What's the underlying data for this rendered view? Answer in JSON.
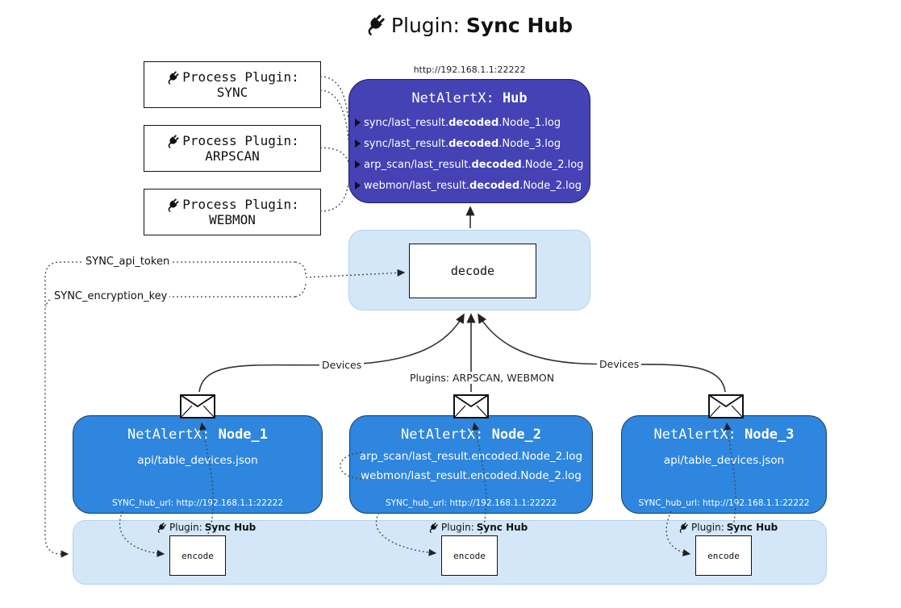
{
  "title": {
    "plugin": "Plugin:",
    "name": "Sync Hub"
  },
  "process_plugins": [
    {
      "label": "Process Plugin:",
      "name": "SYNC"
    },
    {
      "label": "Process Plugin:",
      "name": "ARPSCAN"
    },
    {
      "label": "Process Plugin:",
      "name": "WEBMON"
    }
  ],
  "hub": {
    "url": "http://192.168.1.1:22222",
    "name": "NetAlertX:",
    "name_bold": "Hub",
    "logs": [
      {
        "pre": "sync/last_result.",
        "bold": "decoded",
        "post": ".Node_1.log"
      },
      {
        "pre": "sync/last_result.",
        "bold": "decoded",
        "post": ".Node_3.log"
      },
      {
        "pre": "arp_scan/last_result.",
        "bold": "decoded",
        "post": ".Node_2.log"
      },
      {
        "pre": "webmon/last_result.",
        "bold": "decoded",
        "post": ".Node_2.log"
      }
    ]
  },
  "decode": {
    "label": "decode"
  },
  "secrets": {
    "api_token": "SYNC_api_token",
    "encryption_key": "SYNC_encryption_key"
  },
  "edges": {
    "devices_left": "Devices",
    "plugins_center": "Plugins: ARPSCAN, WEBMON",
    "devices_right": "Devices"
  },
  "nodes": [
    {
      "name": "NetAlertX:",
      "name_bold": "Node_1",
      "lines": [
        "api/table_devices.json"
      ],
      "footer": "SYNC_hub_url: http://192.168.1.1:22222"
    },
    {
      "name": "NetAlertX:",
      "name_bold": "Node_2",
      "lines": [
        "arp_scan/last_result.encoded.Node_2.log",
        "webmon/last_result.encoded.Node_2.log"
      ],
      "footer": "SYNC_hub_url: http://192.168.1.1:22222"
    },
    {
      "name": "NetAlertX:",
      "name_bold": "Node_3",
      "lines": [
        "api/table_devices.json"
      ],
      "footer": "SYNC_hub_url: http://192.168.1.1:22222"
    }
  ],
  "encoders": [
    {
      "plugin": "Plugin:",
      "plugin_bold": "Sync Hub",
      "box": "encode"
    },
    {
      "plugin": "Plugin:",
      "plugin_bold": "Sync Hub",
      "box": "encode"
    },
    {
      "plugin": "Plugin:",
      "plugin_bold": "Sync Hub",
      "box": "encode"
    }
  ],
  "icons": {
    "plug": "plug-icon",
    "envelope": "envelope-icon",
    "arrowhead": "arrowhead-icon"
  },
  "colors": {
    "hub_bg": "#4442b4",
    "node_bg": "#2e86de",
    "container_bg": "#d4e7f9",
    "container_border": "#b3d2ee",
    "arrow": "#333333"
  }
}
